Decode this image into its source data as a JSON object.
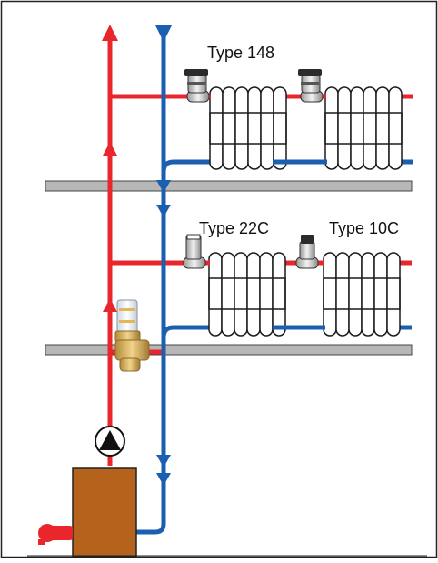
{
  "labels": {
    "upper_valve": "Type 148",
    "lower_valve_left": "Type 22C",
    "lower_valve_right": "Type 10C"
  },
  "colors": {
    "supply": "#e8262c",
    "return": "#1b5fb0",
    "floor": "#b7b7b7",
    "boiler": "#b5631c",
    "frame": "#222222"
  }
}
